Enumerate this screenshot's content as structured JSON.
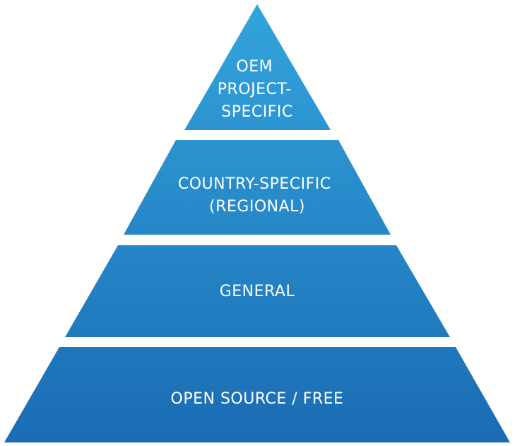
{
  "diagram": {
    "colors": {
      "top": "#33a5dd",
      "bottom": "#1a6bb3",
      "text": "#ffffff"
    },
    "tiers": [
      {
        "lines": [
          "OEM",
          "PROJECT-",
          "SPECIFIC"
        ]
      },
      {
        "lines": [
          "COUNTRY-SPECIFIC",
          "(REGIONAL)"
        ]
      },
      {
        "lines": [
          "GENERAL"
        ]
      },
      {
        "lines": [
          "OPEN SOURCE / FREE"
        ]
      }
    ]
  }
}
